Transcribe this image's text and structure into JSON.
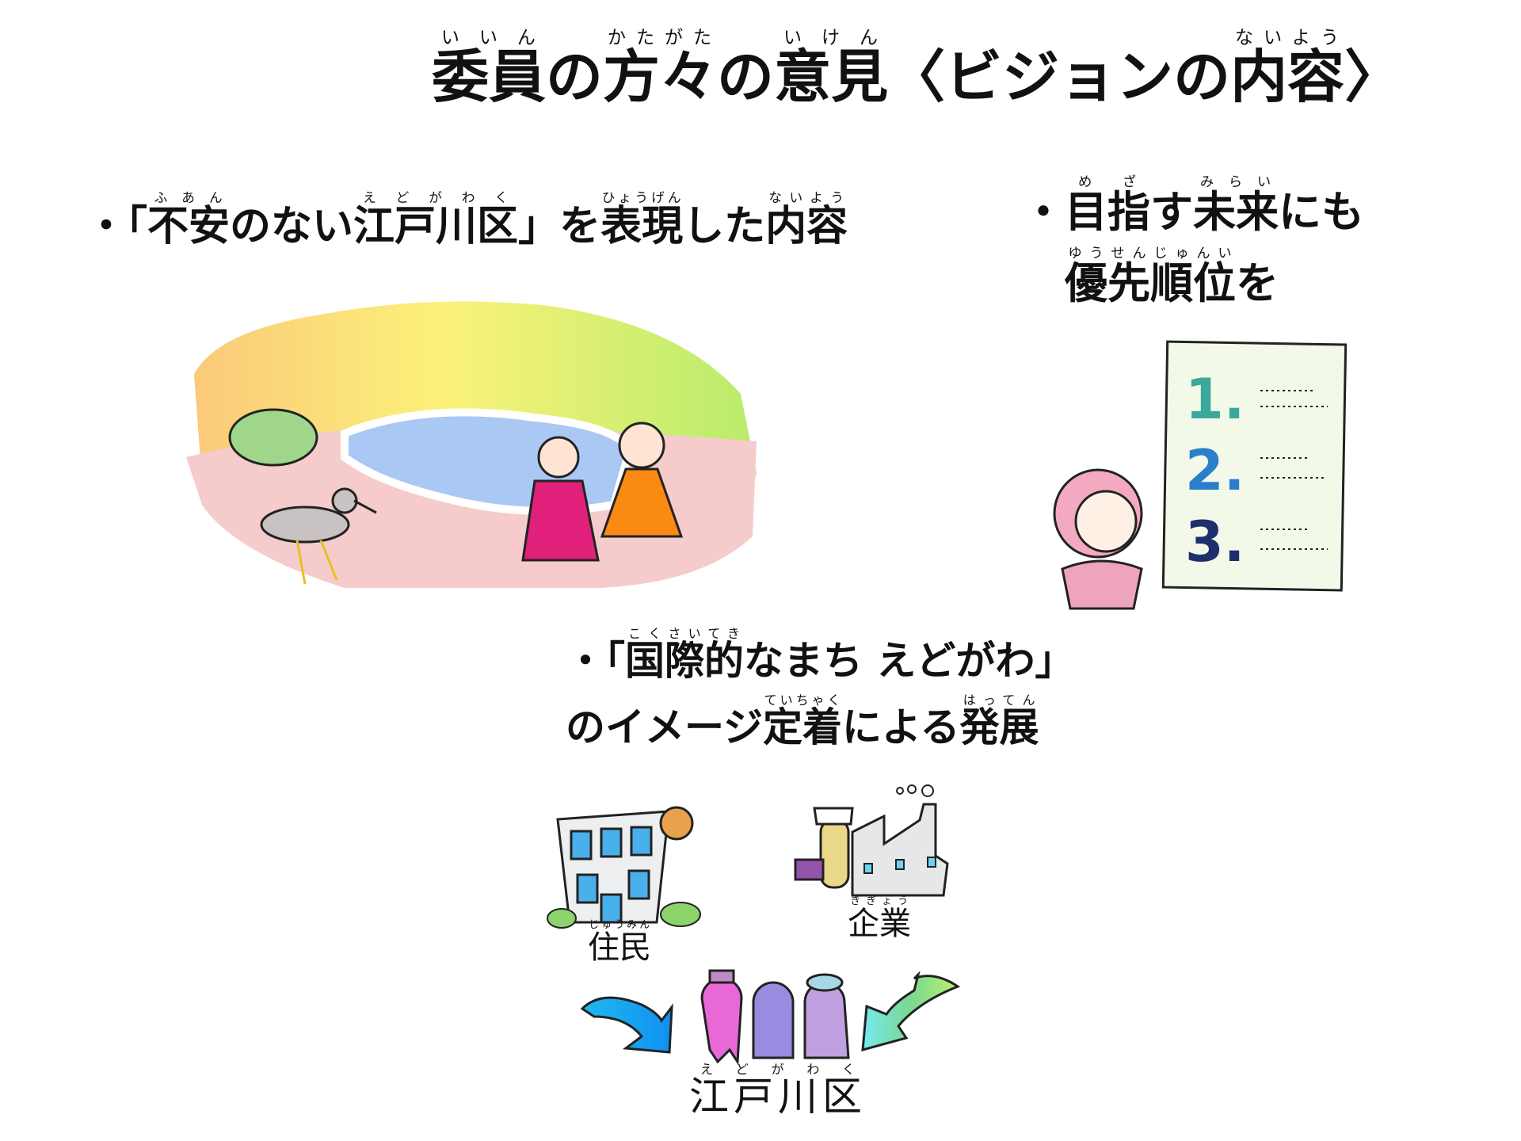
{
  "title": {
    "segments": [
      {
        "t": "委員",
        "r": "いいん"
      },
      {
        "t": "の"
      },
      {
        "t": "方々",
        "r": "かたがた"
      },
      {
        "t": "の"
      },
      {
        "t": "意見",
        "r": "いけん"
      },
      {
        "t": "〈ビジョンの"
      },
      {
        "t": "内容",
        "r": "ないよう"
      },
      {
        "t": "〉"
      }
    ]
  },
  "items": [
    {
      "lines": [
        [
          {
            "t": "・「"
          },
          {
            "t": "不安",
            "r": "ふあん"
          },
          {
            "t": "のない"
          },
          {
            "t": "江戸川区",
            "r": "えどがわく"
          },
          {
            "t": "」を"
          },
          {
            "t": "表現",
            "r": "ひょうげん"
          },
          {
            "t": "した"
          },
          {
            "t": "内容",
            "r": "ないよう"
          }
        ]
      ]
    },
    {
      "lines": [
        [
          {
            "t": "・"
          },
          {
            "t": "目指",
            "r": "めざ"
          },
          {
            "t": "す"
          },
          {
            "t": "未来",
            "r": "みらい"
          },
          {
            "t": "にも"
          }
        ],
        [
          {
            "t": "　"
          },
          {
            "t": "優先順位",
            "r": "ゆうせんじゅんい"
          },
          {
            "t": "を"
          }
        ]
      ]
    },
    {
      "lines": [
        [
          {
            "t": "・「"
          },
          {
            "t": "国際的",
            "r": "こくさいてき"
          },
          {
            "t": "なまち えどがわ」"
          }
        ],
        [
          {
            "t": "のイメージ"
          },
          {
            "t": "定着",
            "r": "ていちゃく"
          },
          {
            "t": "による"
          },
          {
            "t": "発展",
            "r": "はってん"
          }
        ]
      ]
    }
  ],
  "priority_list": {
    "numbers": [
      "1.",
      "2.",
      "3."
    ]
  },
  "labels": {
    "residents": {
      "t": "住民",
      "r": "じゅうみん"
    },
    "companies": {
      "t": "企業",
      "r": "きぎょう"
    },
    "edogawa": {
      "t": "江戸川区",
      "r": "えどがわく"
    }
  },
  "colors": {
    "teal": "#3aa89a",
    "blue": "#2a7fc8",
    "navy": "#1d2f6e",
    "beach_pink": "#f5c9c9",
    "water": "#a9c8f5"
  }
}
